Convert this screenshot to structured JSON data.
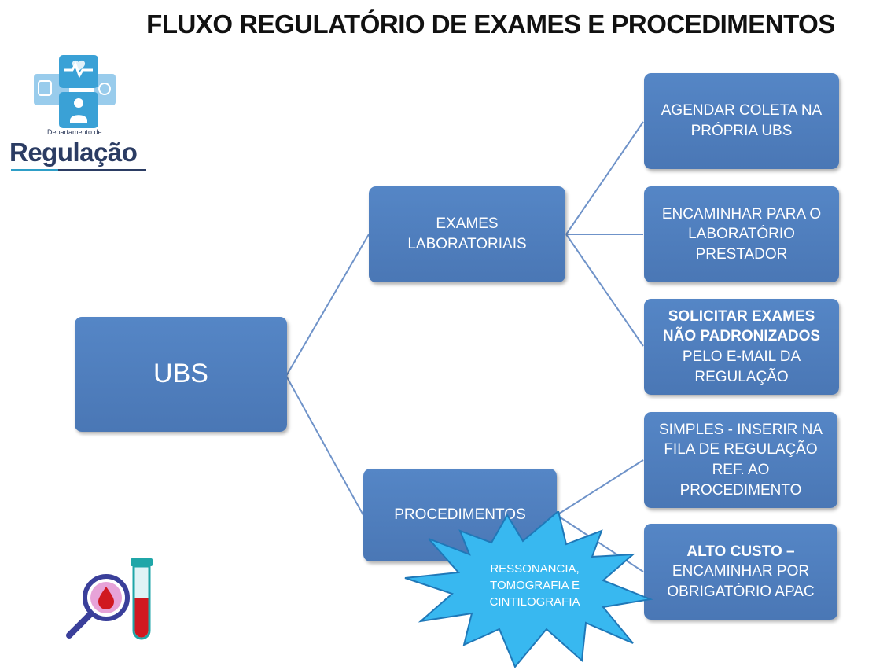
{
  "title": "FLUXO REGULATÓRIO DE EXAMES E PROCEDIMENTOS",
  "logo": {
    "small_text": "Departamento de",
    "big_text": "Regulação"
  },
  "nodes": {
    "ubs": "UBS",
    "exames": [
      "EXAMES",
      "LABORATORIAIS"
    ],
    "procedimentos": "PROCEDIMENTOS",
    "agendar": [
      "AGENDAR COLETA NA",
      "PRÓPRIA UBS"
    ],
    "encaminhar": [
      "ENCAMINHAR PARA O",
      "LABORATÓRIO",
      "PRESTADOR"
    ],
    "solicitar": {
      "bold": [
        "SOLICITAR EXAMES",
        "NÃO PADRONIZADOS"
      ],
      "normal": [
        "PELO E-MAIL DA",
        "REGULAÇÃO"
      ]
    },
    "simples": [
      "SIMPLES - INSERIR NA",
      "FILA DE REGULAÇÃO",
      "REF. AO",
      "PROCEDIMENTO"
    ],
    "alto_custo": {
      "bold": "ALTO CUSTO –",
      "normal": [
        "ENCAMINHAR POR",
        "OBRIGATÓRIO APAC"
      ]
    }
  },
  "callout": [
    "RESSONANCIA,",
    "TOMOGRAFIA E",
    "CINTILOGRAFIA"
  ],
  "colors": {
    "box": "#4f7fc0",
    "connector": "#6f93c9",
    "burst": "#38b8f0",
    "logo_dark": "#2b3c63",
    "logo_light": "#2e9ec7"
  },
  "icons": [
    "health-department-logo",
    "magnifier-blood-drop-icon",
    "test-tube-icon"
  ]
}
